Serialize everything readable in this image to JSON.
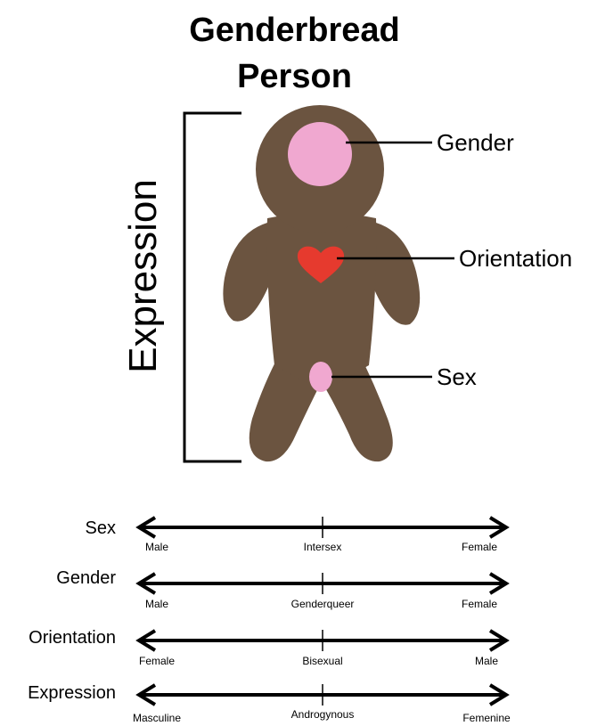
{
  "title": {
    "line1": "Genderbread",
    "line2": "Person"
  },
  "figure": {
    "side_label": "Expression",
    "callouts": {
      "gender": "Gender",
      "orientation": "Orientation",
      "sex": "Sex"
    },
    "colors": {
      "body": "#6b5440",
      "head_mark": "#f0a8d0",
      "heart": "#e63a2e",
      "groin_mark": "#f0a8d0"
    }
  },
  "scales": [
    {
      "title": "Sex",
      "left": "Male",
      "middle": "Intersex",
      "right": "Female"
    },
    {
      "title": "Gender",
      "left": "Male",
      "middle": "Genderqueer",
      "right": "Female"
    },
    {
      "title": "Orientation",
      "left": "Female",
      "middle": "Bisexual",
      "right": "Male"
    },
    {
      "title": "Expression",
      "left": "Masculine",
      "middle": "Androgynous",
      "right": "Femenine"
    }
  ]
}
